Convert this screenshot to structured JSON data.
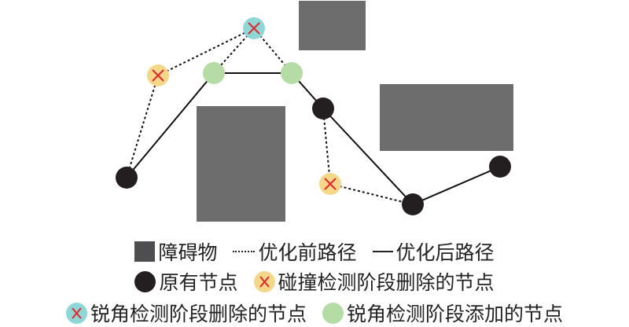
{
  "colors": {
    "obstacle": "#6e6d6e",
    "original_node": "#231f20",
    "collision_deleted_node": "#f5d78a",
    "angle_deleted_node": "#8fd6d6",
    "angle_added_node": "#b5dca5",
    "cross": "#e3262b",
    "path": "#111111"
  },
  "legend": {
    "obstacle": "障碍物",
    "path_before": "优化前路径",
    "path_after": "优化后路径",
    "original_node": "原有节点",
    "collision_deleted_node": "碰撞检测阶段删除的节点",
    "angle_deleted_node": "锐角检测阶段删除的节点",
    "angle_added_node": "锐角检测阶段添加的节点"
  }
}
